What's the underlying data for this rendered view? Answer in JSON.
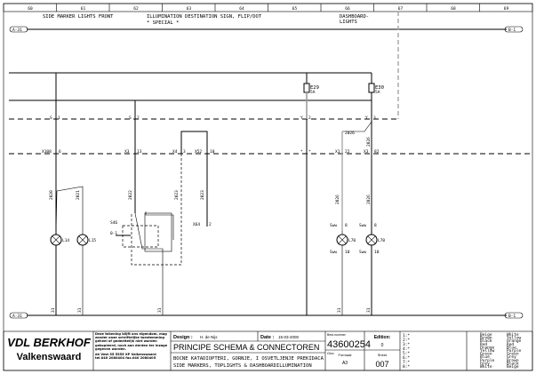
{
  "columns": [
    "60",
    "61",
    "62",
    "63",
    "64",
    "65",
    "66",
    "67",
    "68",
    "69"
  ],
  "headings": {
    "side_marker": "SIDE MARKER LIGHTS FRONT",
    "illumination": "ILLUMINATION DESTINATION SIGN, FLIP/DOT",
    "special": "* SPECIAL *",
    "dashboard_1": "DASHBOARD-",
    "dashboard_2": "LIGHTS"
  },
  "bus_refs": {
    "top_left": "A-31",
    "top_right": "B-1",
    "bottom_left": "A-31",
    "bottom_right": "B-1"
  },
  "fuses": [
    {
      "label": "E29",
      "rating": "5A"
    },
    {
      "label": "E30",
      "rating": "5A"
    }
  ],
  "connectors": {
    "s1": "S",
    "s1_pin": "1",
    "s2": "S",
    "s2_pin": "2",
    "y2": "Y",
    "y2_pin": "2",
    "y3": "Y",
    "y3_pin": "3",
    "x108": "X108",
    "x108_pin": "6",
    "x3a": "X3",
    "x3a_pin": "13",
    "x4": "X4",
    "x4_pin": "3",
    "x52": "X52",
    "x52_pin": "10",
    "xm": "*",
    "xm_pin": "*",
    "x1": "X1",
    "x1_pin": "22",
    "x3b": "X3",
    "x3b_pin": "82",
    "x64": "X64",
    "x64_pin": "2"
  },
  "wires": [
    "2020",
    "2021",
    "2022",
    "2023",
    "2023",
    "2026",
    "2026",
    "2026",
    "2026"
  ],
  "components": {
    "l14": "L14",
    "l15": "L15",
    "l70a": "L70",
    "l70b": "L70",
    "s46": "S46",
    "s46_pos": "0-1",
    "l70_conn": "Sww",
    "pin_top": "8",
    "pin_bottom": "10"
  },
  "ground": "31",
  "title_block": {
    "company": "VDL BERKHOF",
    "city": "Valkenswaard",
    "notice": "Deze tekening blijft ons eigendom, mag zonder onze schriftelijke toestemming geheel of gedeeltelijk niet worden gekopieerd, noch aan derden ter inzage gegeven worden.",
    "address": "de Vest 55 5555 XP Valkenswaard tel.040 2080404 fax.040 2080405",
    "design_label": "Design :",
    "design_value": "H. de Nijs",
    "date_label": "Date :",
    "date_value": "15-03-2000",
    "title": "PRINCIPE SCHEMA & CONNECTOREN",
    "desc_1": "BOCNE KATADIOPTERI, GORNJE, I OSVETLJENJE PREKIDACA",
    "desc_2": "SIDE MARKERS, TOPLIGHTS & DASHBOARDILLUMINATION",
    "drawing_label": "Best.nummer",
    "drawing_no": "43600254",
    "edition_label": "Edition:",
    "edition": "0",
    "gez_label": "Gez:",
    "format_label": "Formaat",
    "format": "A3",
    "sheet_label": "Sheet",
    "sheet": "007",
    "revisions": [
      "1:*",
      "2:*",
      "3:*",
      "4:*",
      "5:*",
      "6:*",
      "7:*",
      "8:*"
    ],
    "colors_left": [
      "Beige",
      "Brown",
      "Black",
      "Red",
      "Orange",
      "Yellow",
      "Green",
      "Blue",
      "Purple",
      "Grey",
      "White"
    ],
    "colors_right": [
      "White",
      "Yellow",
      "Orange",
      "Red",
      "Blue",
      "Purple",
      "Green",
      "Grey",
      "Brown",
      "Black",
      "Beige"
    ]
  }
}
